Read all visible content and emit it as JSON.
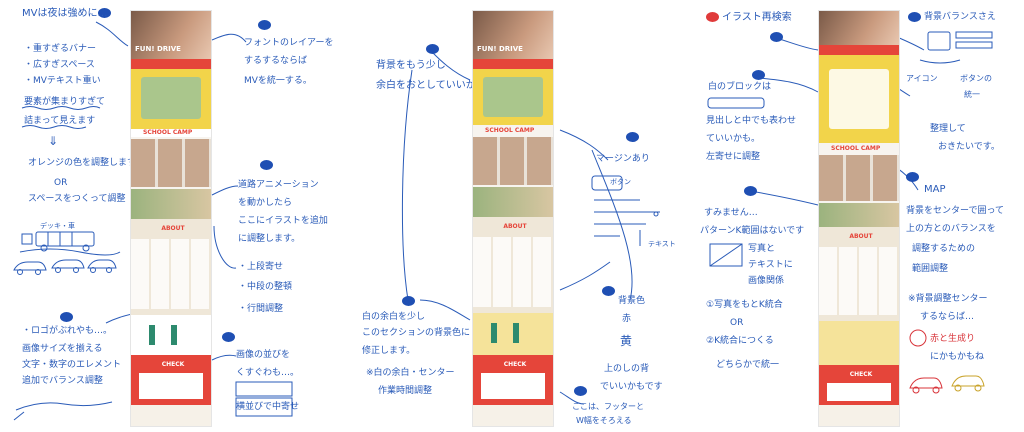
{
  "notes": {
    "left": {
      "n1": "MVは夜は強めに…",
      "n2": "・重すぎるバナー",
      "n3": "・広すぎスペース",
      "n4": "・MVテキスト重い",
      "n5": "要素が集まりすぎて",
      "n6": "詰まって見えます",
      "n7": "オレンジの色を調整します",
      "n8": "OR",
      "n9": "スペースをつくって調整",
      "n10": "デッキ・車",
      "n11": "・ロゴがぶれやも…。",
      "n12": "画像サイズを揃える",
      "n13": "文字・数字のエレメント",
      "n14": "追加でバランス調整",
      "m1": "フォントのレイアーを",
      "m2": "するするならば",
      "m3": "MVを統一する。",
      "m4": "道路アニメーション",
      "m5": "を動かしたら",
      "m6": "ここにイラストを追加",
      "m7": "に調整します。",
      "m8": "・上段寄せ",
      "m9": "・中段の整頓",
      "m10": "・行間調整",
      "m11": "画像の並びを",
      "m12": "くすぐわも…。",
      "m13": "横並びで中寄せ"
    },
    "center": {
      "c1": "背景をもう少し",
      "c2": "余白をおとしていいかも",
      "c3": "白の余白を少し",
      "c4": "このセクションの背景色に",
      "c5": "修正します。",
      "c6": "※白の余白・センター",
      "c7": "作業時間調整",
      "c8": "マージンあり",
      "c9": "ボタン",
      "c10": "テキスト",
      "c11": "背景色",
      "c12": "赤",
      "c13": "黄",
      "c14": "上のしの背",
      "c15": "でいいかもです",
      "c16": "ここは、フッターと",
      "c17": "W幅をそろえる"
    },
    "right": {
      "r1": "イラスト再検索",
      "r2": "白のブロックは",
      "r3": "見出しと中でも表わせ",
      "r4": "ていいかも。",
      "r5": "左寄せに調整",
      "r6": "すみません…",
      "r7": "パターンK範囲はないです",
      "r8": "写真と",
      "r9": "テキストに",
      "r10": "画像関係",
      "r11": "①写真をもとK統合",
      "r12": "OR",
      "r13": "②K統合につくる",
      "r14": "どちらかで統一",
      "r15": "背景バランスさえ",
      "r16": "アイコン",
      "r17": "ボタンの",
      "r18": "統一",
      "r19": "整理して",
      "r20": "おきたいです。",
      "r21": "MAP",
      "r22": "背景をセンターで囲って",
      "r23": "上の方とのバランスを",
      "r24": "調整するための",
      "r25": "範囲調整",
      "r26": "※背景調整センター",
      "r27": "するならば…",
      "r28": "赤と生成り",
      "r29": "にかもかもね"
    },
    "mock": {
      "hero": "FUN! DRIVE",
      "camp": "SCHOOL CAMP",
      "about": "ABOUT",
      "check": "CHECK"
    }
  },
  "colors": {
    "ink": "#2a5bb8",
    "marker": "#1f4fb3",
    "red": "#e03a3a",
    "yellow": "#f2d44a",
    "mockRed": "#e5453a",
    "teal": "#2d8a6e"
  }
}
